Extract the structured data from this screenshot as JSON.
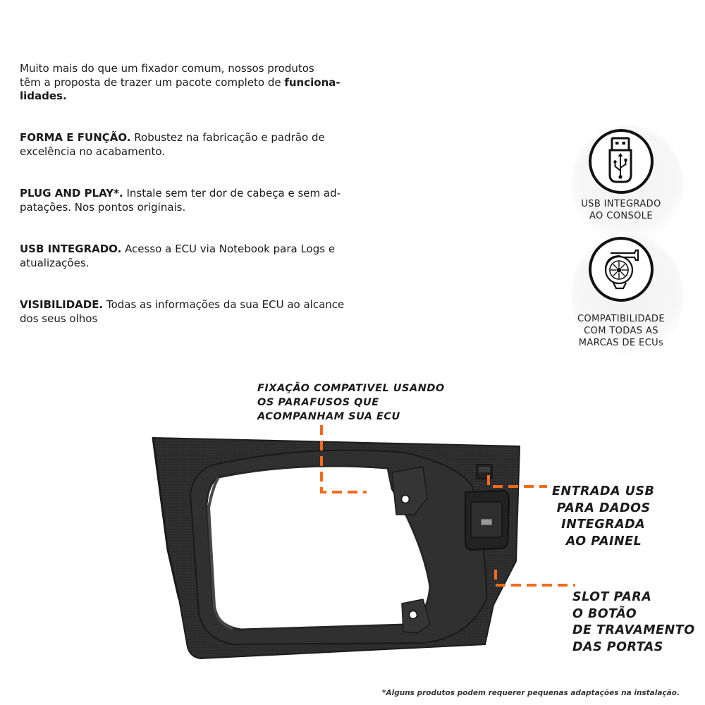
{
  "intro": {
    "paragraph_1": {
      "line_1": "Muito mais do que um fixador comum, nossos produtos",
      "line_2_pre": "têm a proposta de trazer um pacote completo de ",
      "line_2_bold": "funciona-",
      "line_3_bold": "lidades."
    },
    "features": [
      {
        "title": "FORMA E FUNÇÃO.",
        "line_1": " Robustez na fabricação e padrão de",
        "line_2": "excelência no acabamento."
      },
      {
        "title": "PLUG AND PLAY*.",
        "line_1": " Instale sem ter dor de cabeça e sem ad-",
        "line_2": "patações. Nos pontos originais."
      },
      {
        "title": "USB INTEGRADO.",
        "line_1": " Acesso a ECU via Notebook para Logs e",
        "line_2": "atualizações."
      },
      {
        "title": "VISIBILIDADE.",
        "line_1": " Todas as informações da sua ECU ao alcance",
        "line_2": "dos seus olhos"
      }
    ]
  },
  "badges": [
    {
      "icon": "usb-drive-icon",
      "line_1": "USB INTEGRADO",
      "line_2": "AO CONSOLE"
    },
    {
      "icon": "turbo-icon",
      "line_1": "COMPATIBILIDADE",
      "line_2": "COM TODAS AS",
      "line_3": "MARCAS DE ECUs"
    }
  ],
  "callouts": {
    "fixation": [
      "FIXAÇÃO COMPATIVEL USANDO",
      "OS PARAFUSOS QUE",
      "ACOMPANHAM SUA ECU"
    ],
    "usb": [
      "ENTRADA USB",
      " PARA DADOS",
      "  INTEGRADA",
      "   AO PAINEL"
    ],
    "slot": [
      "SLOT PARA",
      "O BOTÃO",
      "DE TRAVAMENTO",
      "DAS PORTAS"
    ]
  },
  "footnote": "*Alguns produtos podem requerer pequenas adaptações na instalação.",
  "colors": {
    "accent": "#f26b1d",
    "part": "#2e2e2e",
    "text": "#1a1a1a"
  }
}
